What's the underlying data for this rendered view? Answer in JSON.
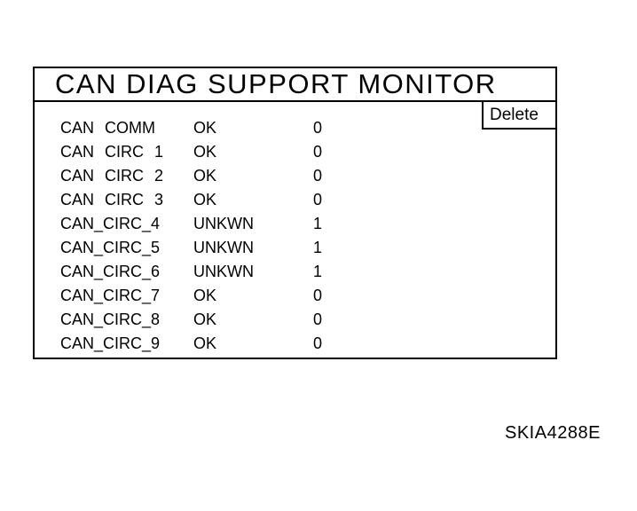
{
  "window": {
    "title": "CAN DIAG SUPPORT MONITOR",
    "delete_button_label": "Delete",
    "monitor_rows": [
      {
        "item": "CAN COMM",
        "status": "OK",
        "count": "0"
      },
      {
        "item": "CAN CIRC 1",
        "status": "OK",
        "count": "0"
      },
      {
        "item": "CAN CIRC 2",
        "status": "OK",
        "count": "0"
      },
      {
        "item": "CAN CIRC 3",
        "status": "OK",
        "count": "0"
      },
      {
        "item": "CAN_CIRC_4",
        "status": "UNKWN",
        "count": "1"
      },
      {
        "item": "CAN_CIRC_5",
        "status": "UNKWN",
        "count": "1"
      },
      {
        "item": "CAN_CIRC_6",
        "status": "UNKWN",
        "count": "1"
      },
      {
        "item": "CAN_CIRC_7",
        "status": "OK",
        "count": "0"
      },
      {
        "item": "CAN_CIRC_8",
        "status": "OK",
        "count": "0"
      },
      {
        "item": "CAN_CIRC_9",
        "status": "OK",
        "count": "0"
      }
    ],
    "figure_code": "SKIA4288E"
  },
  "colors": {
    "foreground": "#000000",
    "background": "#ffffff"
  }
}
